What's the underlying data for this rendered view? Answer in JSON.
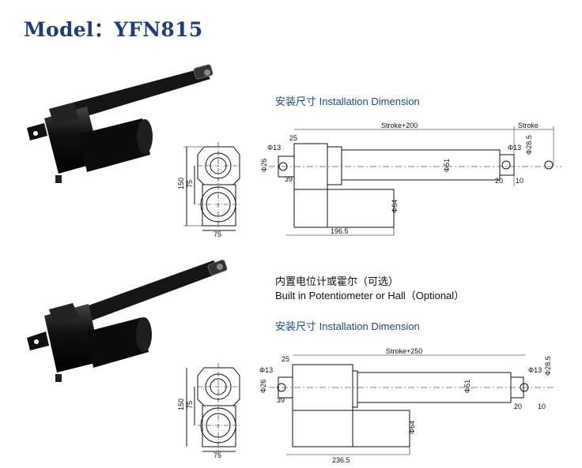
{
  "title": "Model：YFN815",
  "section1": {
    "heading": "安装尺寸   Installation Dimension",
    "front": {
      "height": "150",
      "inner": "75",
      "width": "75"
    },
    "side": {
      "stroke_total": "Stroke+200",
      "stroke": "Stroke",
      "d25": "25",
      "d13_left": "Φ13",
      "d26": "Φ26",
      "d39": "39",
      "d51": "Φ51",
      "d13_right": "Φ13",
      "d28": "Φ28.5",
      "d20": "20",
      "d10": "10",
      "d64": "Φ64",
      "length": "196.5"
    }
  },
  "note": {
    "cn": "内置电位计或霍尔（可选）",
    "en": "Built in Potentiometer or Hall（Optional）"
  },
  "section2": {
    "heading": "安装尺寸   Installation Dimension",
    "front": {
      "height": "150",
      "inner": "75",
      "width": "75"
    },
    "side": {
      "stroke_total": "Stroke+250",
      "d25": "25",
      "d13_left": "Φ13",
      "d26": "Φ26",
      "d39": "39",
      "d51": "Φ51",
      "d13_right": "Φ13",
      "d28": "Φ28.5",
      "d20": "20",
      "d10": "10",
      "d64": "Φ64",
      "length": "236.5"
    }
  }
}
